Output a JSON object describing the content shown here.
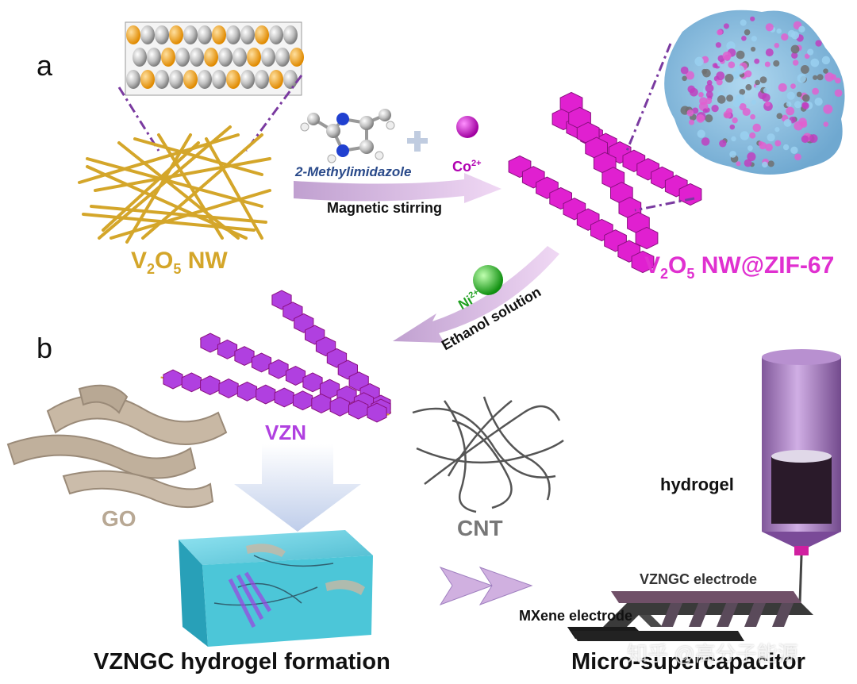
{
  "panels": {
    "a": "a",
    "b": "b"
  },
  "labels": {
    "v2o5_nw_prefix": "V",
    "v2o5_nw_sub1": "2",
    "v2o5_nw_mid": "O",
    "v2o5_nw_sub2": "5",
    "v2o5_nw_suffix": " NW",
    "zif_prefix": "V",
    "zif_sub1": "2",
    "zif_mid": "O",
    "zif_sub2": "5",
    "zif_suffix": " NW@ZIF-67",
    "methylimidazole": "2-Methylimidazole",
    "co": "Co",
    "co_sup": "2+",
    "magnetic_stirring": "Magnetic stirring",
    "ni": "Ni",
    "ni_sup": "2+",
    "ethanol": "Ethanol solution",
    "vzn": "VZN",
    "go": "GO",
    "cnt": "CNT",
    "hydrogel": "hydrogel",
    "vzngc_electrode": "VZNGC electrode",
    "mxene_electrode": "MXene electrode",
    "formation": "VZNGC hydrogel formation",
    "micro": "Micro-supercapacitor",
    "watermark": "知乎 @高分子能源"
  },
  "colors": {
    "nanowire": "#d4a62a",
    "zif": "#e020d0",
    "vzn": "#b040e0",
    "go": "#c8b8a4",
    "cnt": "#555555",
    "arrow": "#d8b0e0",
    "co_ion": "#b000b0",
    "ni_ion": "#20b020",
    "hydrogel_block": "#40c8d8",
    "syringe": "#9060b0"
  }
}
